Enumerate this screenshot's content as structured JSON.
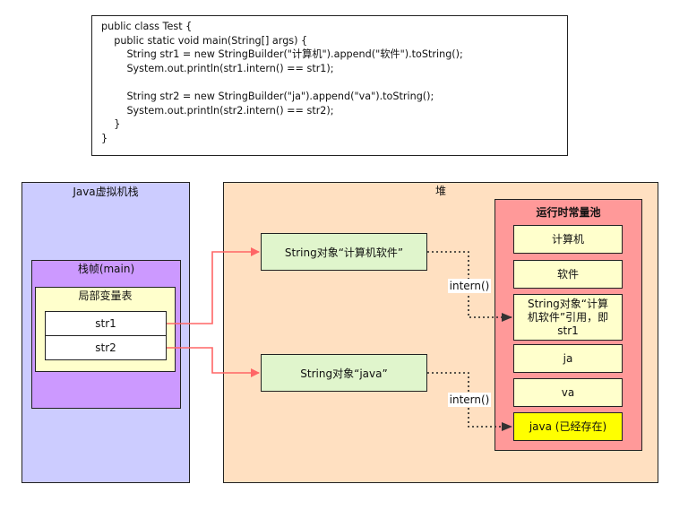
{
  "code": {
    "lines": [
      "public class Test {",
      "    public static void main(String[] args) {",
      "        String str1 = new StringBuilder(\"计算机\").append(\"软件\").toString();",
      "        System.out.println(str1.intern() == str1);",
      "",
      "        String str2 = new StringBuilder(\"ja\").append(\"va\").toString();",
      "        System.out.println(str2.intern() == str2);",
      "    }",
      "}"
    ]
  },
  "jvm_stack": {
    "title": "Java虚拟机栈",
    "frame": {
      "title": "栈帧(main)",
      "local_vars": {
        "title": "局部变量表",
        "vars": [
          "str1",
          "str2"
        ]
      }
    }
  },
  "heap": {
    "title": "堆",
    "objects": [
      "String对象“计算机软件”",
      "String对象“java”"
    ],
    "pool": {
      "title": "运行时常量池",
      "items": [
        "计算机",
        "软件",
        "String对象“计算机软件”引用，即str1",
        "ja",
        "va",
        "java (已经存在)"
      ]
    }
  },
  "edges": {
    "intern_label": "intern()"
  },
  "colors": {
    "reference_arrow": "#ff6666",
    "dotted_arrow": "#222222",
    "highlight": "#ffff00"
  }
}
